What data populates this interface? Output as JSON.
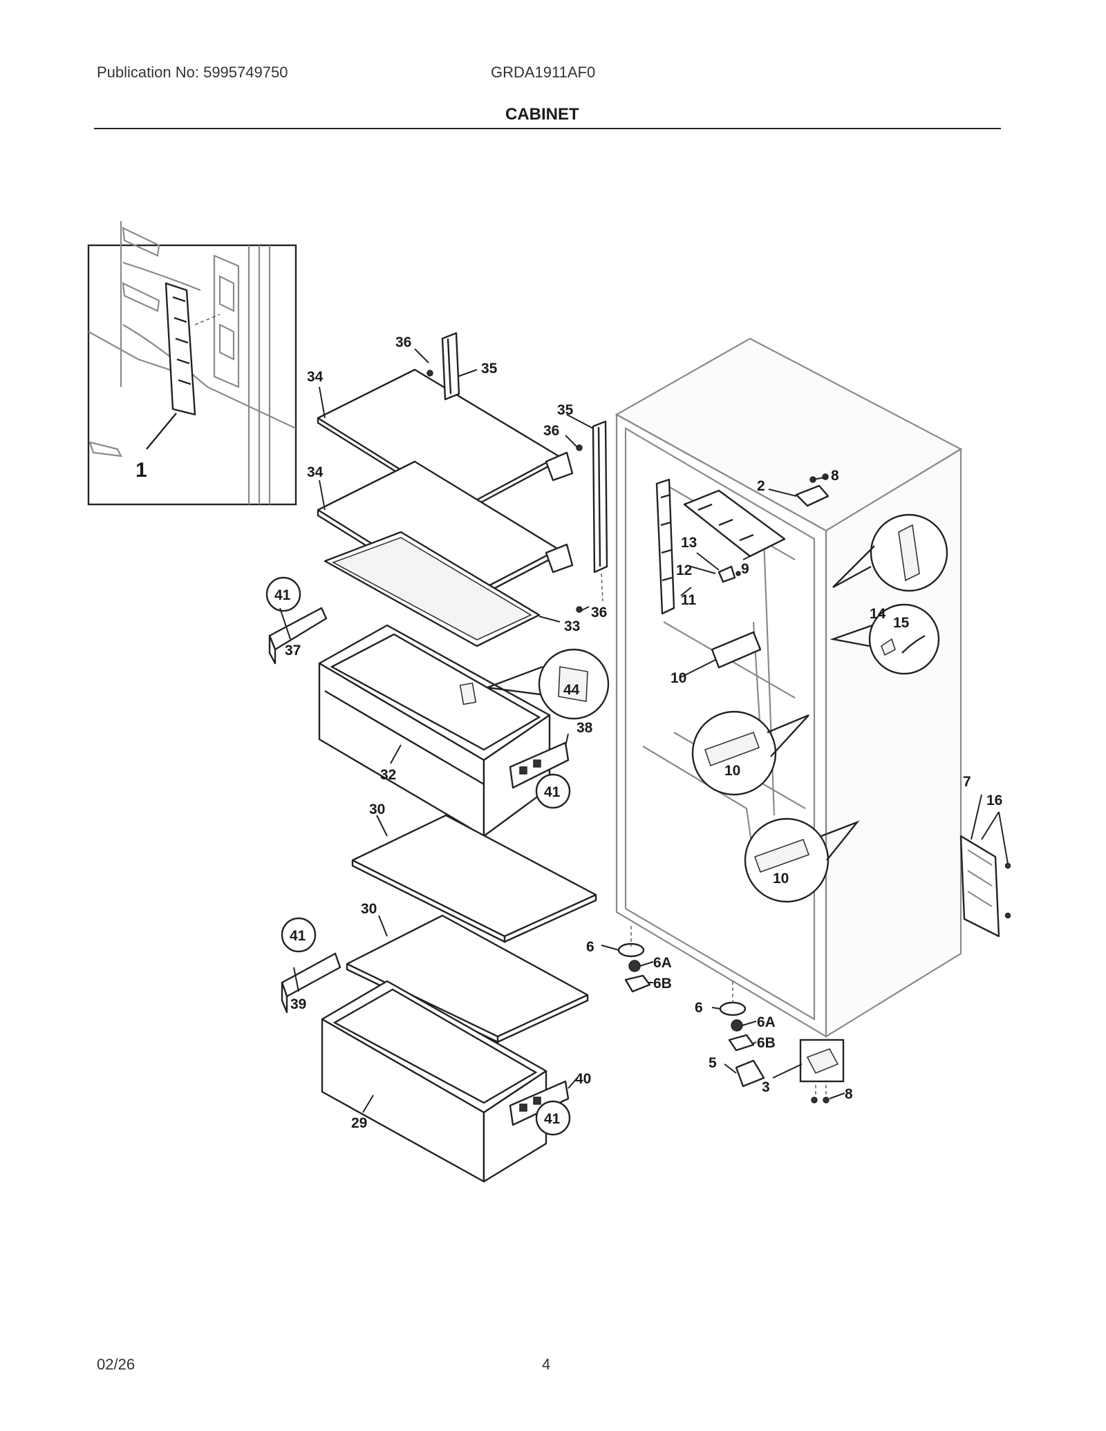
{
  "header": {
    "publication": "Publication No: 5995749750",
    "model": "GRDA1911AF0",
    "section": "CABINET"
  },
  "footer": {
    "date": "02/26",
    "page": "4"
  },
  "callouts": {
    "inset": "1",
    "c2": "2",
    "c3": "3",
    "c5": "5",
    "c6a": "6",
    "c6b": "6",
    "c6A1": "6A",
    "c6A2": "6A",
    "c6B1": "6B",
    "c6B2": "6B",
    "c7": "7",
    "c8a": "8",
    "c8b": "8",
    "c9": "9",
    "c10a": "10",
    "c10b": "10",
    "c10c": "10",
    "c11": "11",
    "c12": "12",
    "c13": "13",
    "c14": "14",
    "c15": "15",
    "c16": "16",
    "c29": "29",
    "c30a": "30",
    "c30b": "30",
    "c32": "32",
    "c33": "33",
    "c34a": "34",
    "c34b": "34",
    "c35a": "35",
    "c35b": "35",
    "c36a": "36",
    "c36b": "36",
    "c36c": "36",
    "c37": "37",
    "c38": "38",
    "c39": "39",
    "c40": "40",
    "c41a": "41",
    "c41b": "41",
    "c41c": "41",
    "c41d": "41",
    "c44": "44"
  }
}
